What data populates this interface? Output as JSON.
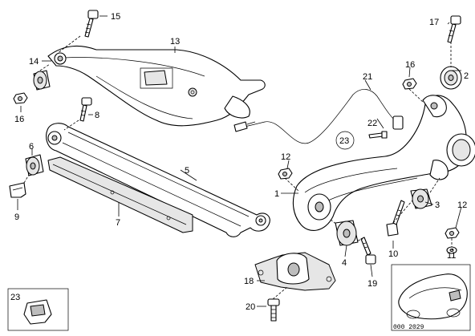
{
  "callouts": {
    "c1": "1",
    "c3": "3",
    "c4": "4",
    "c5": "5",
    "c6": "6",
    "c7": "7",
    "c8": "8",
    "c9": "9",
    "c10": "10",
    "c11": "11",
    "c12a": "12",
    "c12b": "12",
    "c13": "13",
    "c14": "14",
    "c15": "15",
    "c16a": "16",
    "c16b": "16",
    "c17": "17",
    "c18": "18",
    "c19": "19",
    "c20": "20",
    "c21": "21",
    "c22": "22",
    "c23": "23",
    "c23b": "23"
  },
  "reference_number": "000 2029"
}
